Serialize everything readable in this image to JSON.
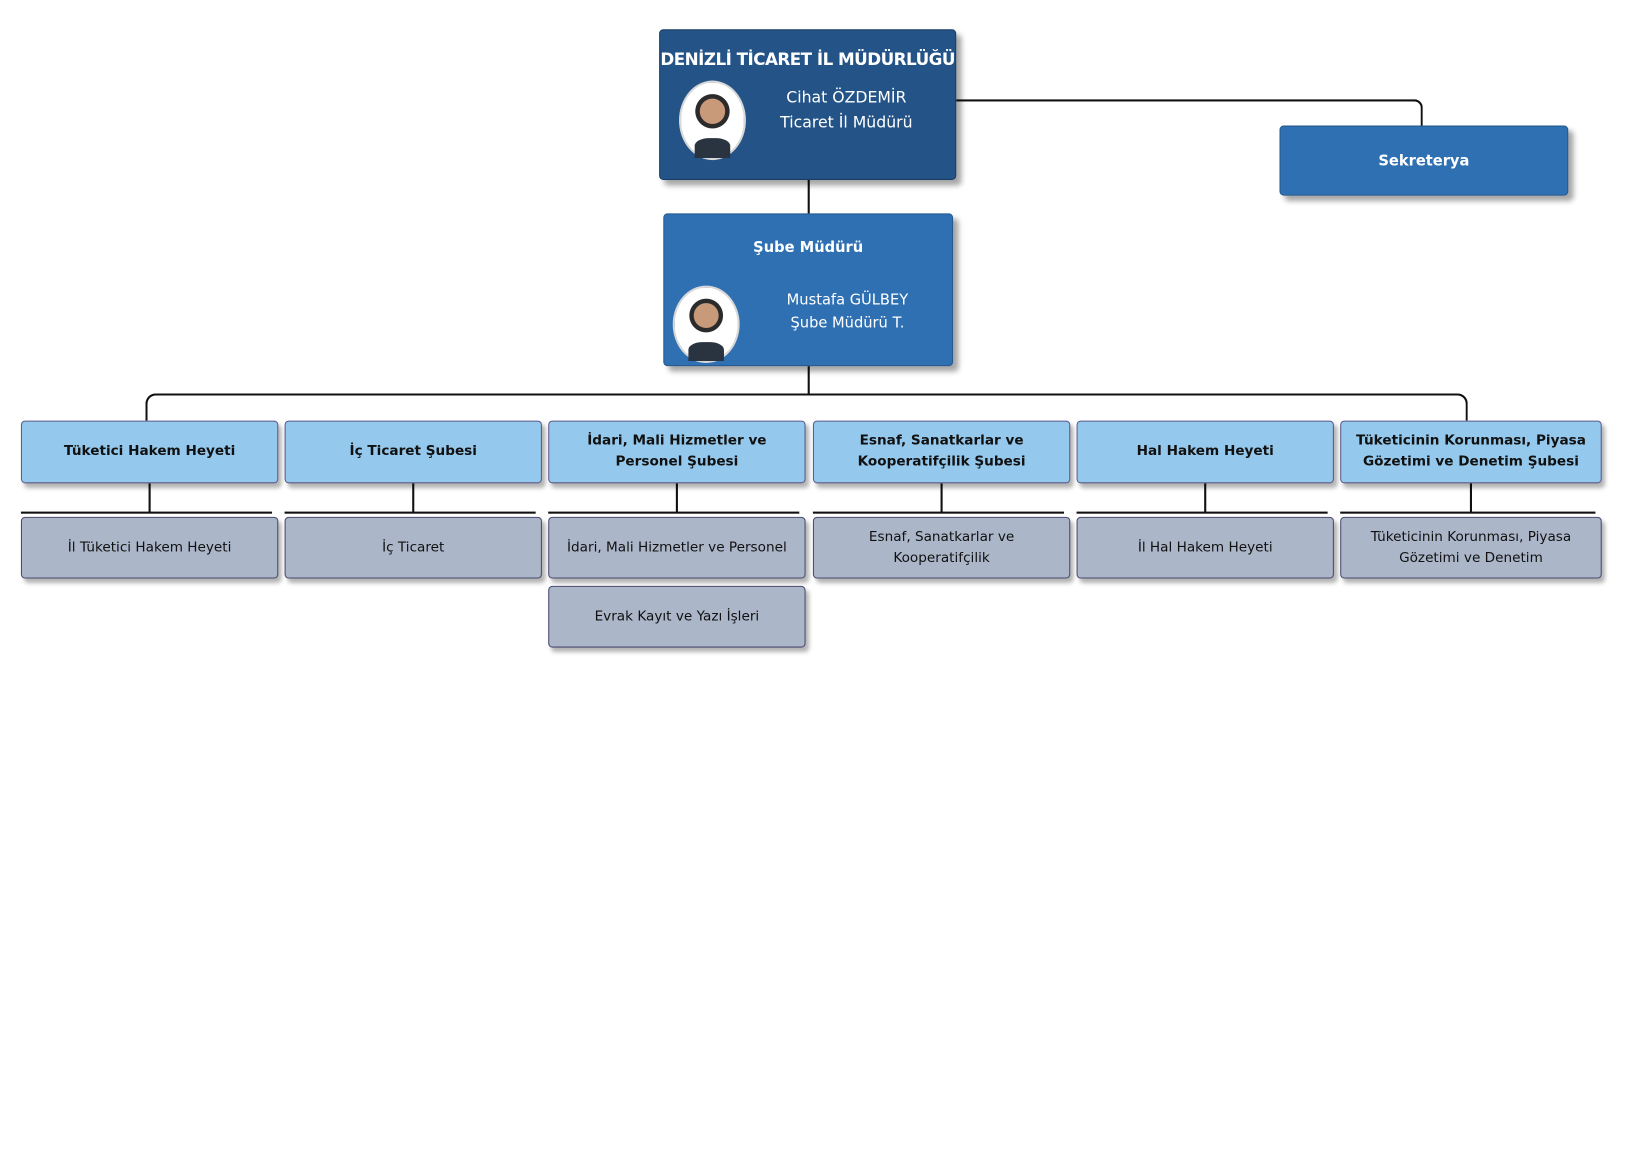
{
  "director": {
    "org": "DENİZLİ TİCARET İL MÜDÜRLÜĞÜ",
    "name": "Cihat ÖZDEMİR",
    "title": "Ticaret İl Müdürü"
  },
  "secretariat": {
    "label": "Sekreterya"
  },
  "branch_manager": {
    "role": "Şube Müdürü",
    "name": "Mustafa GÜLBEY",
    "title": "Şube Müdürü T."
  },
  "departments": [
    {
      "label": "Tüketici Hakem Heyeti",
      "units": [
        "İl Tüketici Hakem Heyeti"
      ]
    },
    {
      "label": "İç Ticaret Şubesi",
      "units": [
        "İç Ticaret"
      ]
    },
    {
      "label": "İdari, Mali Hizmetler ve Personel Şubesi",
      "units": [
        "İdari, Mali Hizmetler ve Personel",
        "Evrak Kayıt ve Yazı İşleri"
      ]
    },
    {
      "label": "Esnaf, Sanatkarlar ve Kooperatifçilik Şubesi",
      "units": [
        "Esnaf, Sanatkarlar ve Kooperatifçilik"
      ]
    },
    {
      "label": "Hal Hakem Heyeti",
      "units": [
        "İl Hal Hakem Heyeti"
      ]
    },
    {
      "label": "Tüketicinin Korunması, Piyasa Gözetimi ve Denetim Şubesi",
      "units": [
        "Tüketicinin Korunması, Piyasa Gözetimi ve Denetim"
      ]
    }
  ]
}
